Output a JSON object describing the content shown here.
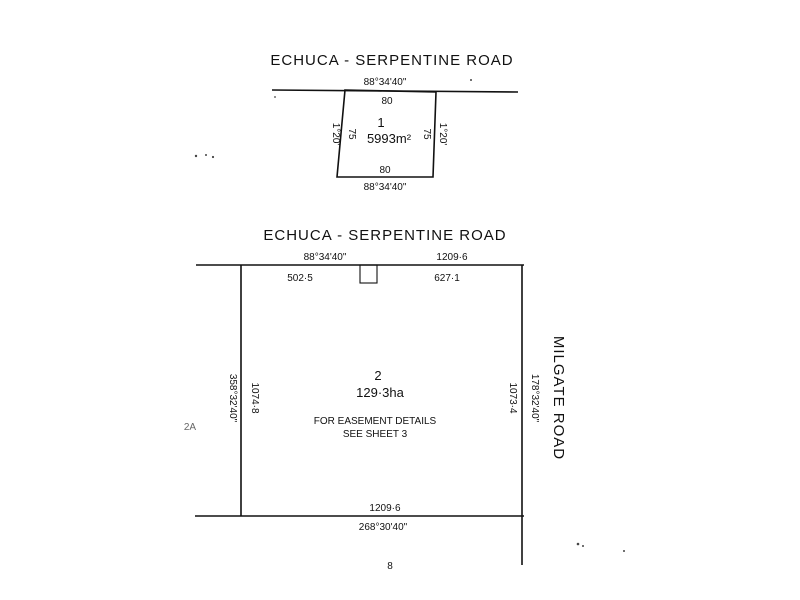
{
  "top_plan": {
    "road_name": "ECHUCA - SERPENTINE ROAD",
    "bearing_top": "88°34'40\"",
    "bearing_bottom": "88°34'40\"",
    "lot": {
      "number": "1",
      "area": "5993m²",
      "frontage": "80",
      "rear": "80",
      "left_length": "75",
      "right_length": "75",
      "left_bearing": "1°20'",
      "right_bearing": "1°20'"
    }
  },
  "main_plan": {
    "road_name_top": "ECHUCA - SERPENTINE ROAD",
    "road_name_right": "MILGATE ROAD",
    "bearing_top": "88°34'40\"",
    "total_top": "1209·6",
    "seg_left": "502·5",
    "seg_right": "627·1",
    "lot": {
      "number": "2",
      "area": "129·3ha",
      "note_line1": "FOR EASEMENT DETAILS",
      "note_line2": "SEE SHEET 3"
    },
    "left_bearing": "358°32'40\"",
    "left_length": "1074·8",
    "right_bearing": "178°32'40\"",
    "right_length": "1073·4",
    "bottom_length": "1209·6",
    "bottom_bearing": "268°30'40\"",
    "adjoining_left": "2A",
    "adjoining_bottom": "8"
  }
}
